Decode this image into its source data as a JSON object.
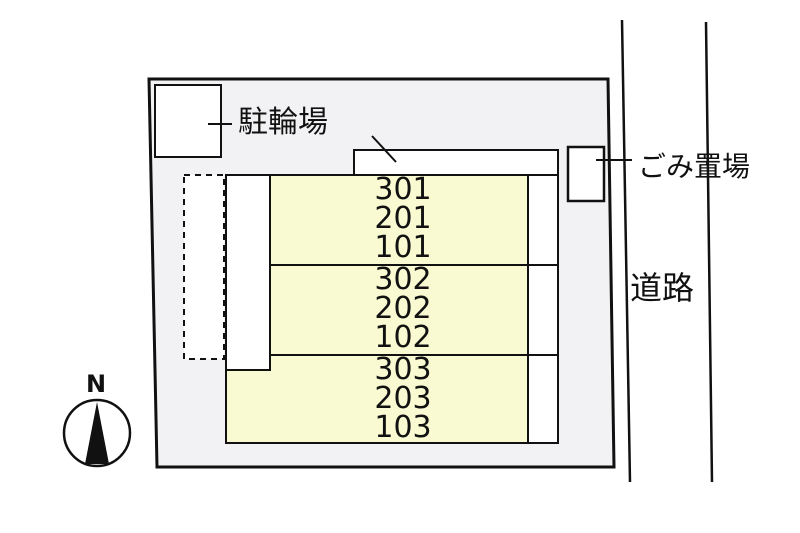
{
  "labels": {
    "bicycle_parking": "駐輪場",
    "garbage_area": "ごみ置場",
    "road": "道路",
    "north": "N"
  },
  "units": [
    [
      "301",
      "201",
      "101"
    ],
    [
      "302",
      "202",
      "102"
    ],
    [
      "303",
      "203",
      "103"
    ]
  ],
  "colors": {
    "lot_fill": "#f2f2f4",
    "unit_fill": "#fafad2",
    "line": "#111111"
  }
}
